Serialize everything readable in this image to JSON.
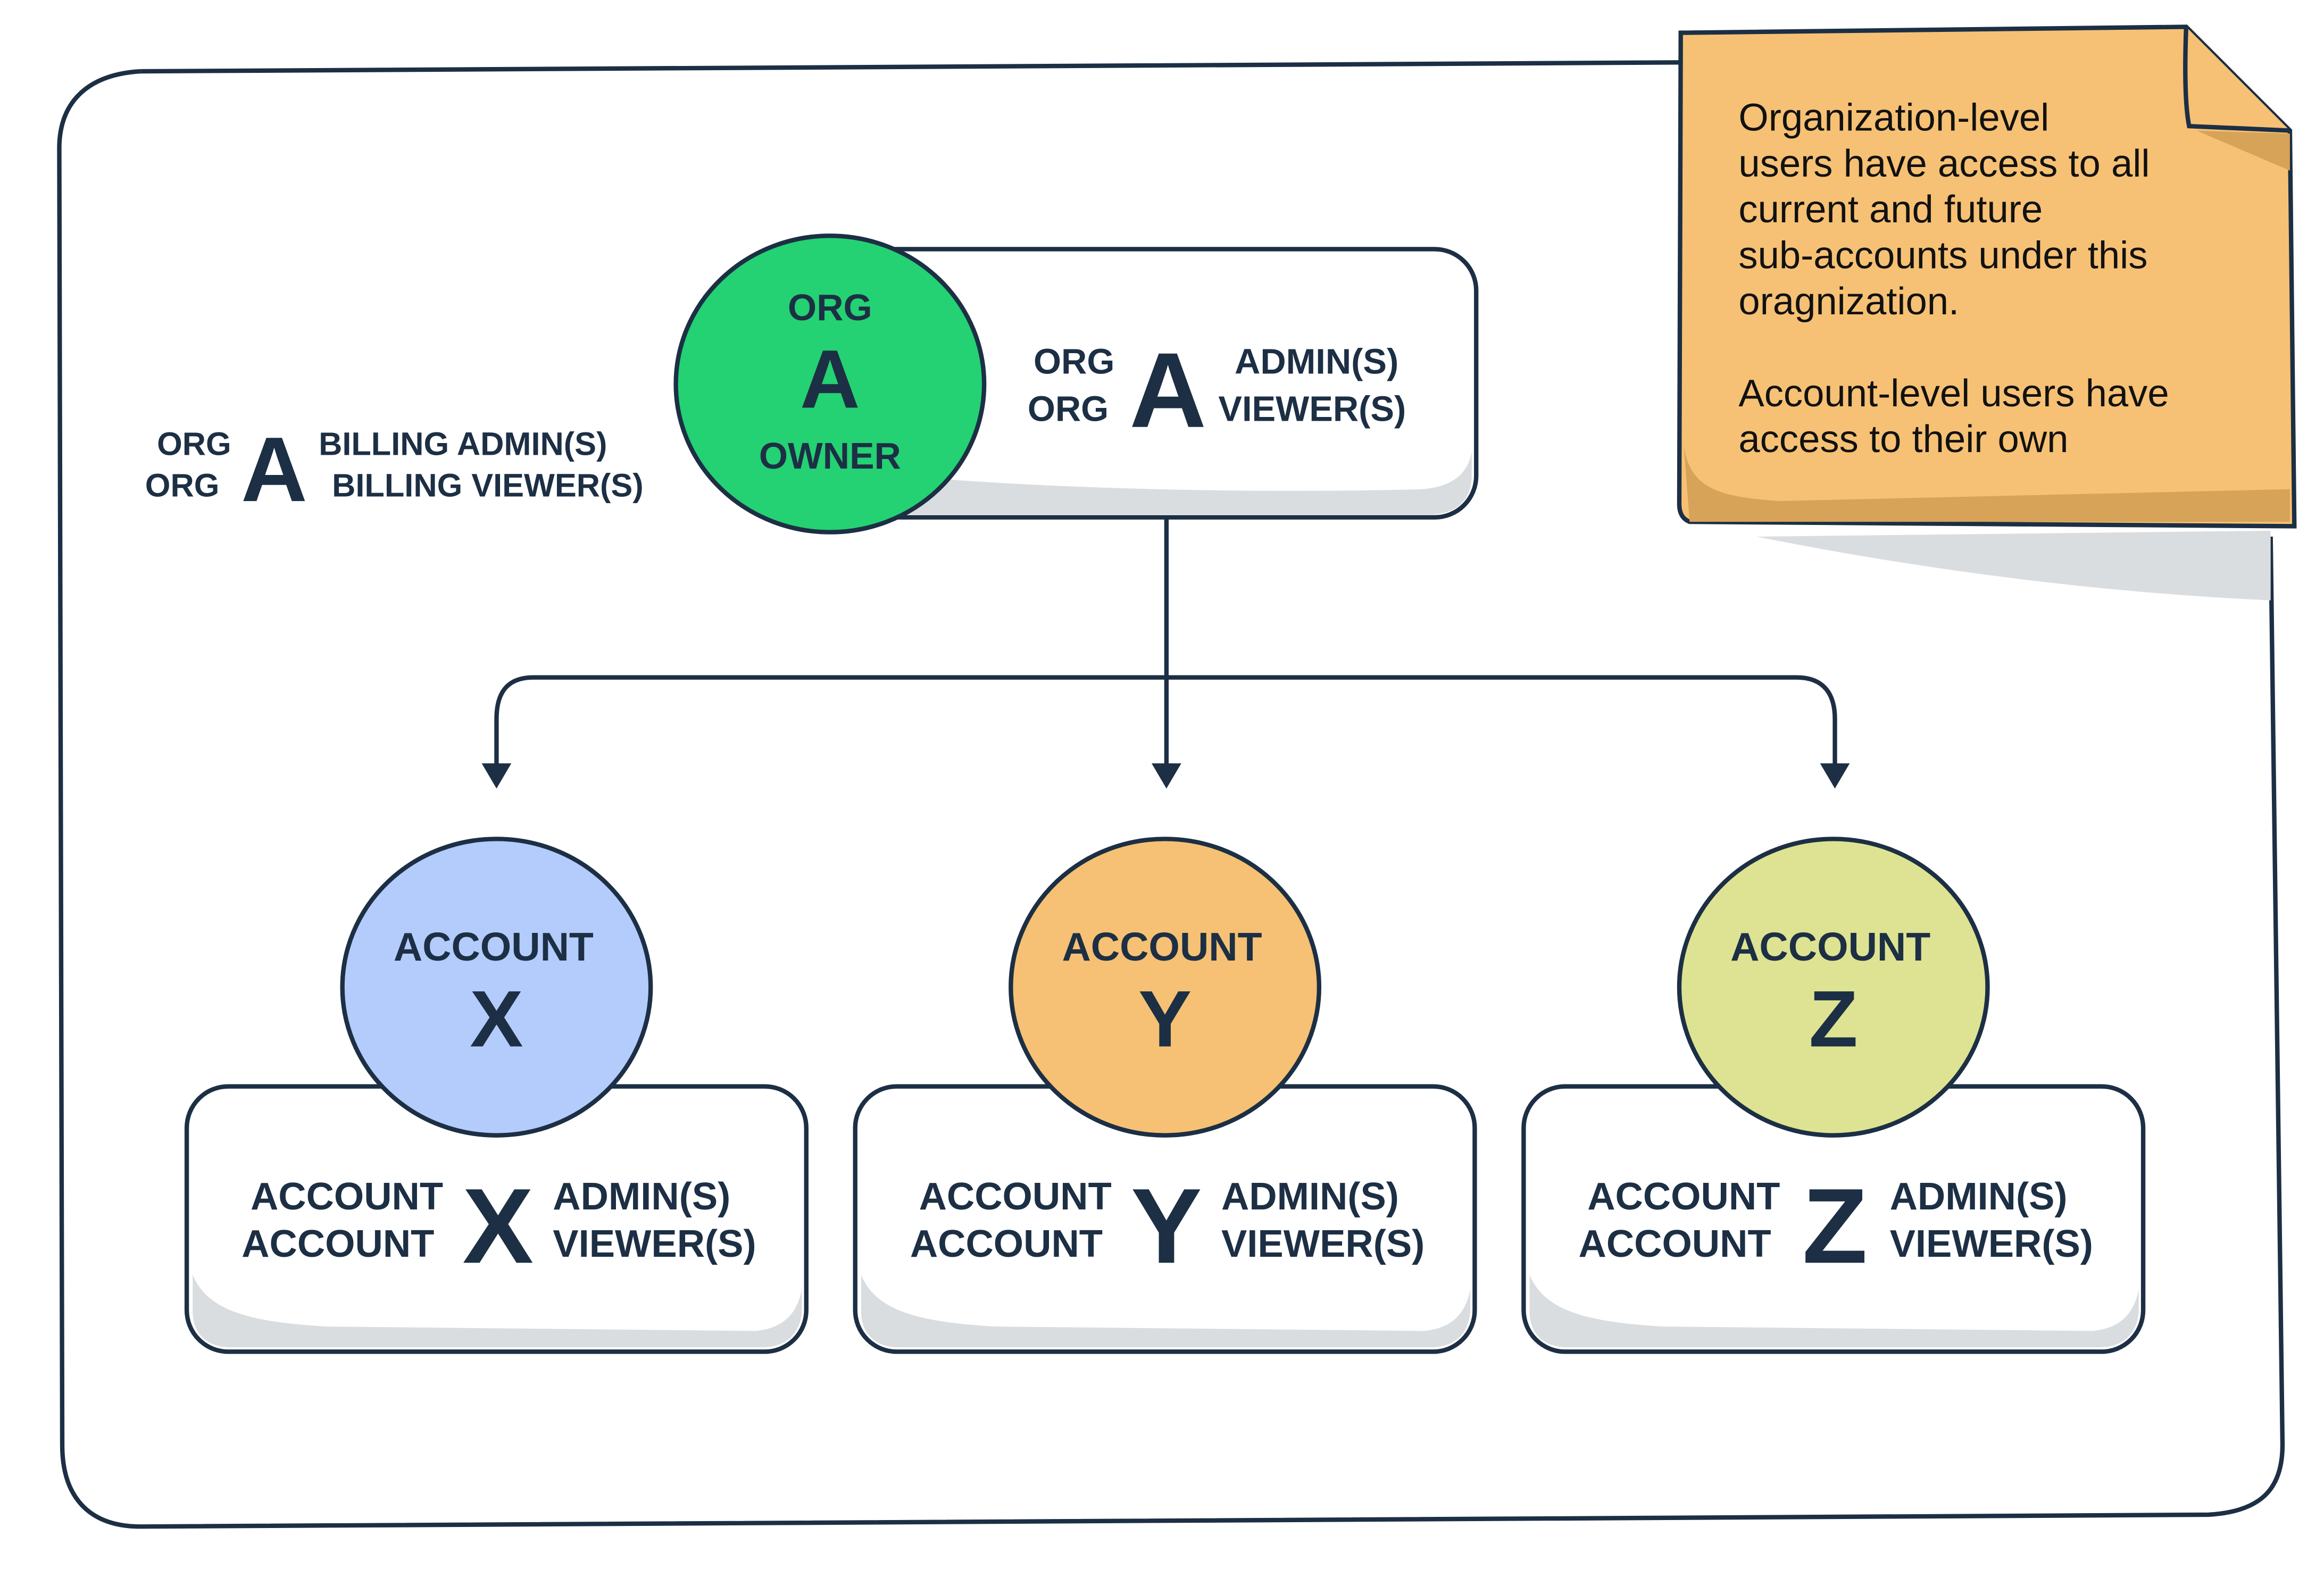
{
  "colors": {
    "ink": "#1c2f44",
    "org_circle": "#24d173",
    "account_x": "#b3ccfb",
    "account_y": "#f6c174",
    "account_z": "#dde392",
    "sticky_note": "#f6c174",
    "sticky_shadow": "#d6a358",
    "box_shadow": "#dadde0"
  },
  "org": {
    "circle_top": "ORG",
    "circle_letter": "A",
    "circle_bottom": "OWNER",
    "box": {
      "prefix_1": "ORG",
      "prefix_2": "ORG",
      "letter": "A",
      "role_1": "ADMIN(S)",
      "role_2": "VIEWER(S)"
    },
    "billing": {
      "prefix_1": "ORG",
      "prefix_2": "ORG",
      "letter": "A",
      "role_1": "BILLING ADMIN(S)",
      "role_2": "BILLING VIEWER(S)"
    }
  },
  "accounts": [
    {
      "circle_top": "ACCOUNT",
      "letter": "X",
      "prefix_1": "ACCOUNT",
      "prefix_2": "ACCOUNT",
      "role_1": "ADMIN(S)",
      "role_2": "VIEWER(S)"
    },
    {
      "circle_top": "ACCOUNT",
      "letter": "Y",
      "prefix_1": "ACCOUNT",
      "prefix_2": "ACCOUNT",
      "role_1": "ADMIN(S)",
      "role_2": "VIEWER(S)"
    },
    {
      "circle_top": "ACCOUNT",
      "letter": "Z",
      "prefix_1": "ACCOUNT",
      "prefix_2": "ACCOUNT",
      "role_1": "ADMIN(S)",
      "role_2": "VIEWER(S)"
    }
  ],
  "sticky_note": {
    "lines_1": [
      "Organization-level",
      "users have access to all",
      "current and future",
      "sub-accounts under this",
      "oragnization."
    ],
    "lines_2": [
      "Account-level users have",
      "access to their own"
    ]
  }
}
